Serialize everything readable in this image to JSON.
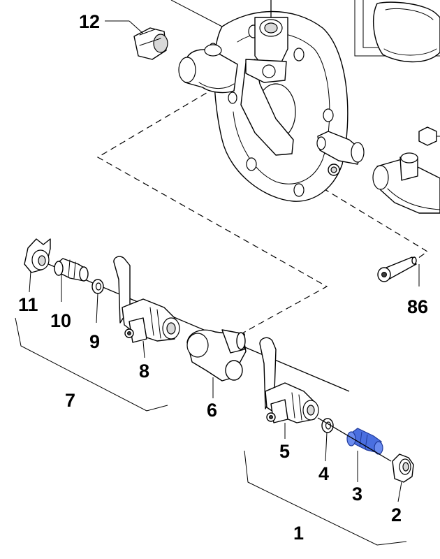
{
  "diagram": {
    "callouts": {
      "c1": "1",
      "c2": "2",
      "c3": "3",
      "c4": "4",
      "c5": "5",
      "c6": "6",
      "c7": "7",
      "c8": "8",
      "c9": "9",
      "c10": "10",
      "c11": "11",
      "c12": "12",
      "c86": "86"
    },
    "highlight_color": "#4a6fe0"
  }
}
